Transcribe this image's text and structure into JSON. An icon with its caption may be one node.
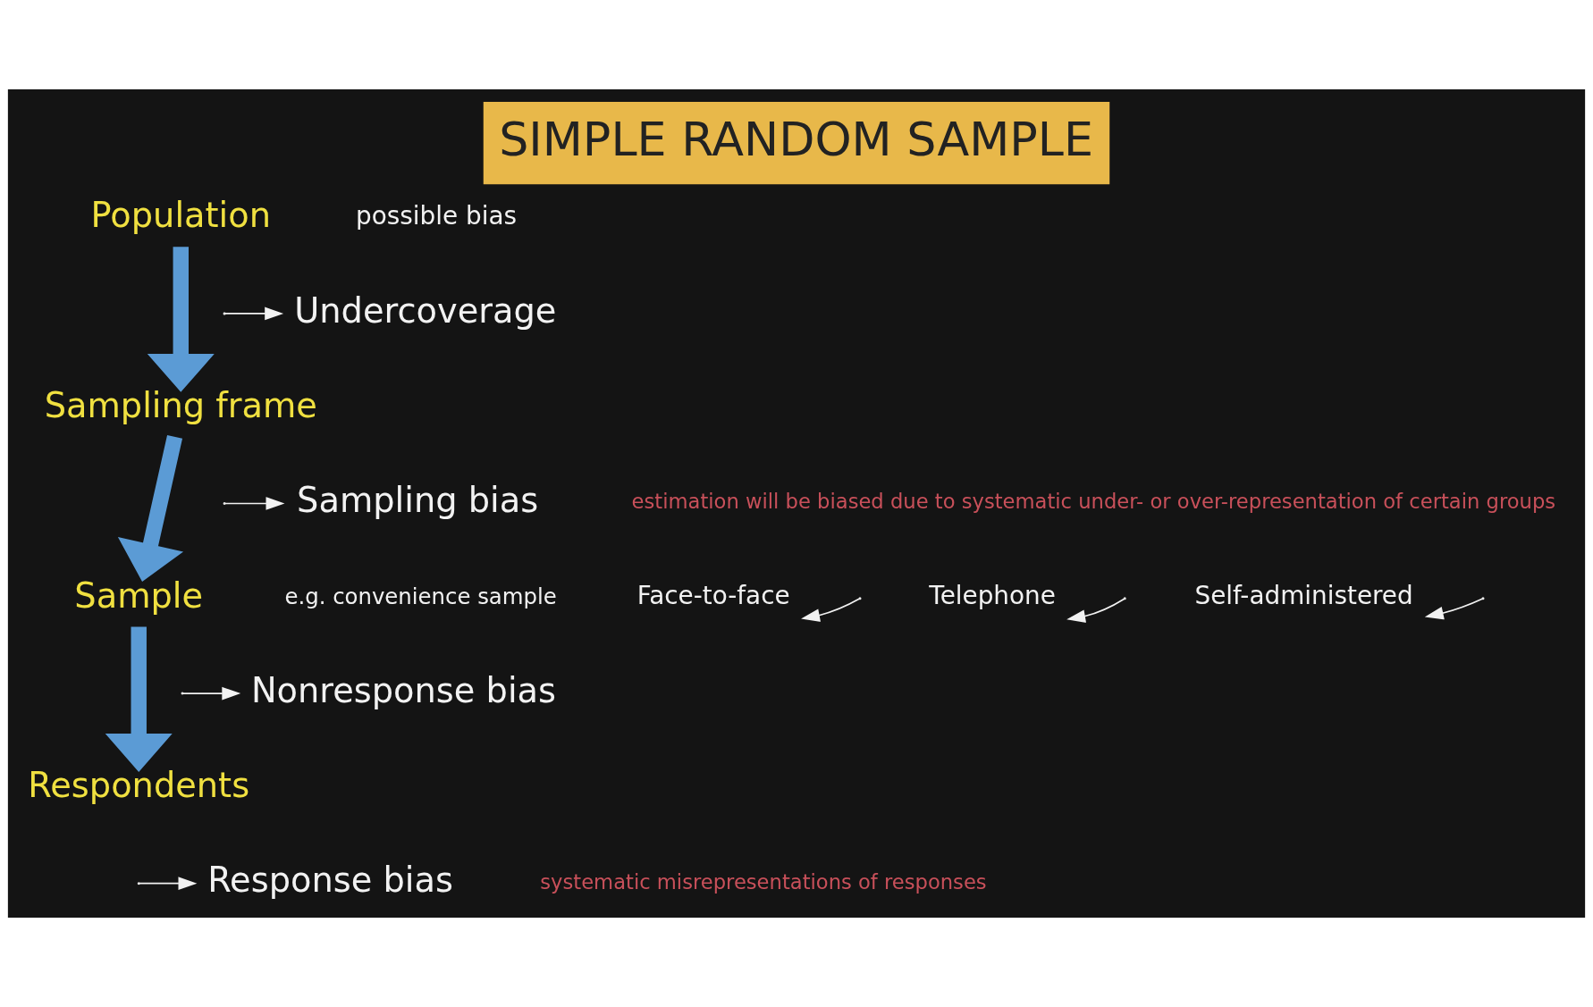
{
  "diagram": {
    "title": "SIMPLE RANDOM SAMPLE",
    "nodes": [
      {
        "text": [
          "Population"
        ]
      },
      {
        "text": [
          "Sampling frame"
        ]
      },
      {
        "text": [
          "Sample"
        ]
      },
      {
        "text": [
          "Respondents"
        ]
      },
      {
        "text": [
          "Undercoverage"
        ]
      },
      {
        "text": [
          "Sampling bias"
        ],
        "beside": [
          "e.g. convenience sample"
        ]
      },
      {
        "text": [
          "Nonresponse bias"
        ]
      },
      {
        "text": [
          "Response bias"
        ]
      },
      {
        "text": [
          "Face-to-face"
        ]
      },
      {
        "text": [
          "Telephone"
        ]
      },
      {
        "text": [
          "Self-administered"
        ]
      }
    ],
    "edges": [
      {
        "from": 0,
        "to": 1,
        "arrow": "to",
        "style": "thick",
        "color": "#5b9bd5"
      },
      {
        "from": 1,
        "to": 2,
        "arrow": "to",
        "style": "thick",
        "color": "#5b9bd5"
      },
      {
        "from": 2,
        "to": 3,
        "arrow": "to",
        "style": "thick",
        "color": "#5b9bd5"
      },
      {
        "from": null,
        "to": 4,
        "arrow": "to"
      },
      {
        "from": null,
        "to": 5,
        "arrow": "to"
      },
      {
        "from": null,
        "to": 6,
        "arrow": "to"
      },
      {
        "from": null,
        "to": 7,
        "arrow": "to"
      },
      {
        "from": null,
        "to": 8,
        "arrow": "to"
      },
      {
        "from": null,
        "to": 9,
        "arrow": "to"
      },
      {
        "from": null,
        "to": 10,
        "arrow": "to"
      }
    ],
    "labels": [
      "possible bias",
      "estimation will be biased due to systematic under- or over-representation of certain groups",
      "systematic misrepresentations of responses"
    ]
  }
}
